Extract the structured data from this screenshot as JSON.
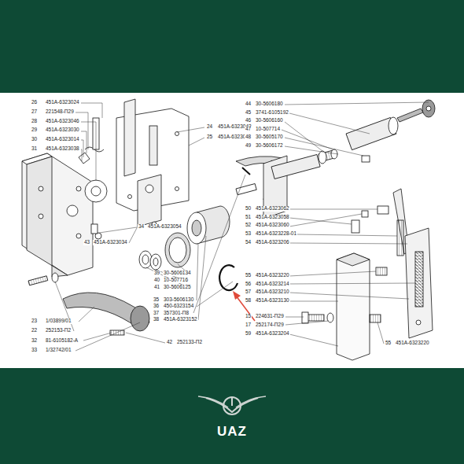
{
  "diagram": {
    "labels": [
      "26",
      "451A-6323024",
      "27",
      "221548-П29",
      "28",
      "451A-6323046",
      "29",
      "451A-6323030",
      "30",
      "451A-6323014",
      "31",
      "451A-6323038",
      "24",
      "451A-6323042",
      "25",
      "451A-6323020",
      "34",
      "451A-6323054",
      "43",
      "451A-6323034",
      "39",
      "30-5606134",
      "40",
      "10-507716",
      "41",
      "30-5606125",
      "35",
      "303-5606130",
      "36",
      "450-6323154",
      "37",
      "357301-П8",
      "38",
      "451A-6323152",
      "23",
      "1/03899/01",
      "22",
      "252153-П2",
      "32",
      "81-6105182-A",
      "33",
      "1/32742/01",
      "42",
      "252133-П2",
      "44",
      "30-5606180",
      "45",
      "3741-6105192",
      "46",
      "30-5606160",
      "47",
      "10-507714",
      "48",
      "30-5605170",
      "49",
      "30-5606172",
      "50",
      "451A-6323062",
      "51",
      "451A-6323058",
      "52",
      "451A-6323060",
      "53",
      "451A-6323228-01",
      "54",
      "451A-6323206",
      "55",
      "451A-6323220",
      "56",
      "451A-6323214",
      "57",
      "451A-6323210",
      "58",
      "451A-6323130",
      "15",
      "224631-П29",
      "17",
      "252174-П29",
      "59",
      "451A-6323204",
      "55",
      "451A-6323220",
      "UAZ"
    ]
  }
}
